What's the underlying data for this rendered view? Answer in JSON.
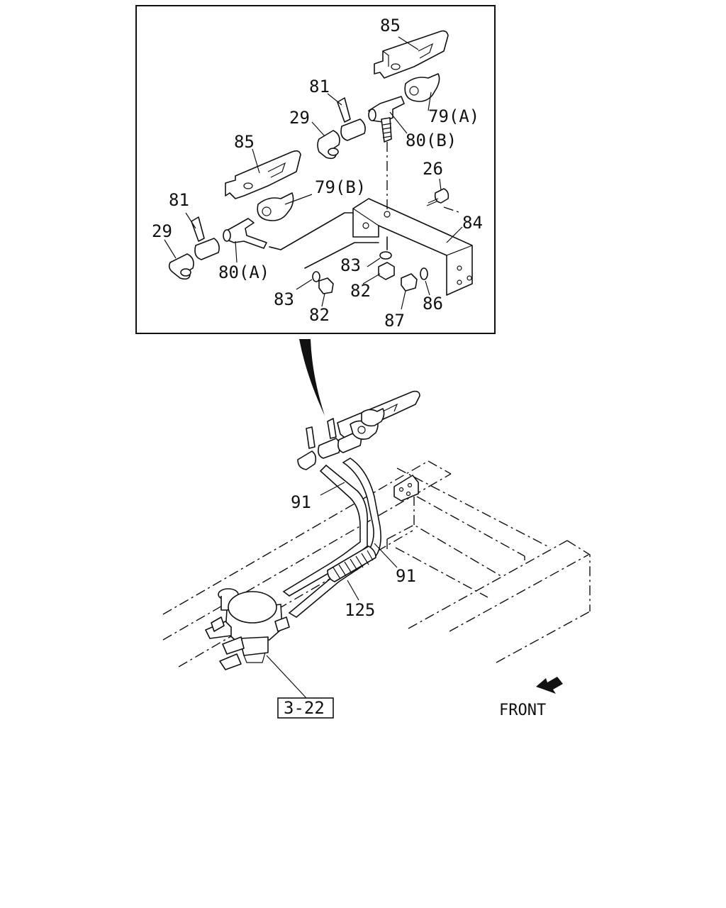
{
  "labels": {
    "l85_top": "85",
    "l81_top": "81",
    "l29_top": "29",
    "l79A": "79(A)",
    "l80B": "80(B)",
    "l85_mid": "85",
    "l26": "26",
    "l79B": "79(B)",
    "l84": "84",
    "l81_left": "81",
    "l29_left": "29",
    "l80A": "80(A)",
    "l83_right": "83",
    "l82_right": "82",
    "l83_left": "83",
    "l82_left": "82",
    "l87": "87",
    "l86": "86",
    "l91_left": "91",
    "l91_right": "91",
    "l125": "125"
  },
  "reference_box": "3-22",
  "direction_label": "FRONT"
}
